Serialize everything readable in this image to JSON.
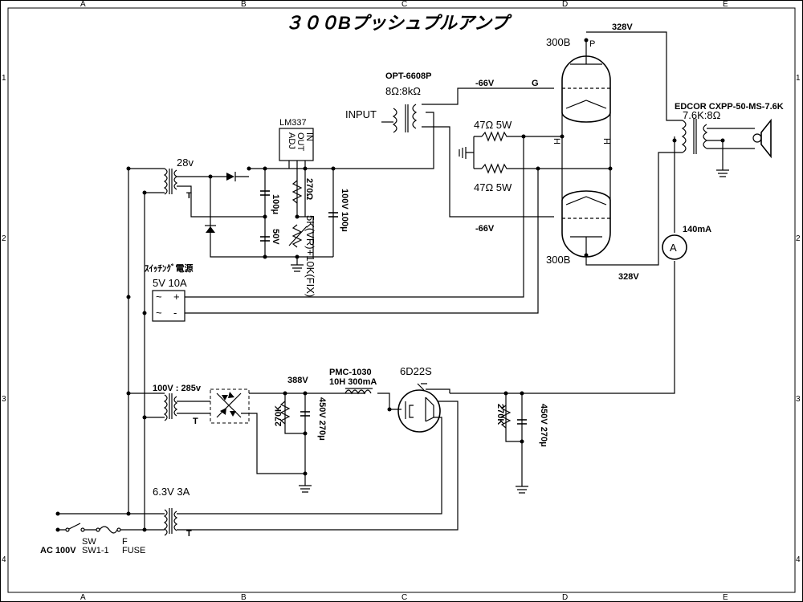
{
  "title": "３００Bプッシュプルアンプ",
  "grid": {
    "cols": [
      "A",
      "B",
      "C",
      "D",
      "E"
    ],
    "rows": [
      "1",
      "2",
      "3",
      "4"
    ]
  },
  "labels": {
    "opt": "OPT-6608P",
    "opt_ratio": "8Ω:8kΩ",
    "input": "INPUT",
    "lm337": "LM337",
    "lm_adj": "ADJ",
    "lm_out": "OUT",
    "lm_in": "IN",
    "tube_top": "300B",
    "tube_bottom": "300B",
    "p": "P",
    "g": "G",
    "h1": "H",
    "h2": "H",
    "bias_top": "-66V",
    "bias_bottom": "-66V",
    "r1": "47Ω  5W",
    "r2": "47Ω  5W",
    "b_top": "328V",
    "b_bottom": "328V",
    "edcor": "EDCOR CXPP-50-MS-7.6K",
    "edcor_ratio": "7.6K:8Ω",
    "current": "140mA",
    "ammeter": "A",
    "v28": "28v",
    "c100u": "100μ",
    "c50v": "50V",
    "r270": "270Ω",
    "c100v100u": "100V 100μ",
    "vr": "5K(VR)+10K(FIX)",
    "sw_ps": "ｽｲｯﾁﾝｸﾞ電源",
    "ps_rating": "5V  10A",
    "ps_tilde1": "~",
    "ps_tilde2": "~",
    "ps_plus": "+",
    "ps_minus": "-",
    "t100": "100V : 285v",
    "v388": "388V",
    "pmc": "PMC-1030",
    "pmc_spec": "10H 300mA",
    "tube_6d22s": "6D22S",
    "r270k1": "270K",
    "r270k2": "270K",
    "c450a": "450V  270μ",
    "c450b": "450V  270μ",
    "t63": "6.3V  3A",
    "ac": "AC 100V",
    "sw": "SW",
    "sw11": "SW1-1",
    "f": "F",
    "fuse": "FUSE",
    "t_mark": "T"
  }
}
